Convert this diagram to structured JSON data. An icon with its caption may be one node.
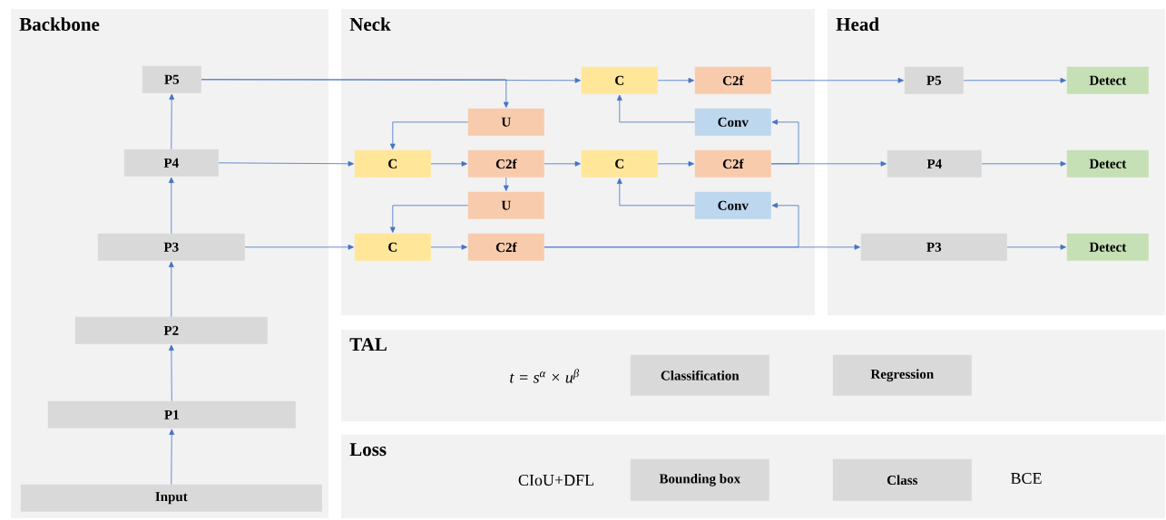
{
  "diagram": {
    "nodes": [
      {
        "text": [
          "Backbone"
        ]
      },
      {
        "text": [
          "P5"
        ],
        "in": 0
      },
      {
        "text": [
          "P4"
        ],
        "in": 0
      },
      {
        "text": [
          "P3"
        ],
        "in": 0
      },
      {
        "text": [
          "P2"
        ],
        "in": 0
      },
      {
        "text": [
          "P1"
        ],
        "in": 0
      },
      {
        "text": [
          "Input"
        ],
        "in": 0
      },
      {
        "text": [
          "Neck"
        ]
      },
      {
        "text": [
          "C"
        ],
        "in": 7
      },
      {
        "text": [
          "C2f"
        ],
        "in": 7
      },
      {
        "text": [
          "U"
        ],
        "in": 7
      },
      {
        "text": [
          "Conv"
        ],
        "in": 7
      },
      {
        "text": [
          "C"
        ],
        "in": 7
      },
      {
        "text": [
          "C2f"
        ],
        "in": 7
      },
      {
        "text": [
          "C"
        ],
        "in": 7
      },
      {
        "text": [
          "C2f"
        ],
        "in": 7
      },
      {
        "text": [
          "U"
        ],
        "in": 7
      },
      {
        "text": [
          "Conv"
        ],
        "in": 7
      },
      {
        "text": [
          "C"
        ],
        "in": 7
      },
      {
        "text": [
          "C2f"
        ],
        "in": 7
      },
      {
        "text": [
          "Head"
        ]
      },
      {
        "text": [
          "P5"
        ],
        "in": 20
      },
      {
        "text": [
          "Detect"
        ],
        "in": 20
      },
      {
        "text": [
          "P4"
        ],
        "in": 20
      },
      {
        "text": [
          "Detect"
        ],
        "in": 20
      },
      {
        "text": [
          "P3"
        ],
        "in": 20
      },
      {
        "text": [
          "Detect"
        ],
        "in": 20
      },
      {
        "text": [
          "TAL"
        ]
      },
      {
        "text": [
          "Classification"
        ],
        "in": 27
      },
      {
        "text": [
          "Regression"
        ],
        "in": 27
      },
      {
        "text": [
          "Loss"
        ]
      },
      {
        "text": [
          "Bounding box"
        ],
        "in": 30
      },
      {
        "text": [
          "Class"
        ],
        "in": 30
      }
    ],
    "edges": [
      {
        "from": 6,
        "to": 5,
        "arrow": "to"
      },
      {
        "from": 5,
        "to": 4,
        "arrow": "to"
      },
      {
        "from": 4,
        "to": 3,
        "arrow": "to"
      },
      {
        "from": 3,
        "to": 2,
        "arrow": "to"
      },
      {
        "from": 2,
        "to": 1,
        "arrow": "to"
      },
      {
        "from": 1,
        "to": 8,
        "arrow": "to"
      },
      {
        "from": 1,
        "to": 10,
        "arrow": "to"
      },
      {
        "from": 10,
        "to": 12,
        "arrow": "to"
      },
      {
        "from": 2,
        "to": 12,
        "arrow": "to"
      },
      {
        "from": 12,
        "to": 13,
        "arrow": "to"
      },
      {
        "from": 13,
        "to": 14,
        "arrow": "to"
      },
      {
        "from": 14,
        "to": 15,
        "arrow": "to"
      },
      {
        "from": 13,
        "to": 16,
        "arrow": "to"
      },
      {
        "from": 16,
        "to": 18,
        "arrow": "to"
      },
      {
        "from": 3,
        "to": 18,
        "arrow": "to"
      },
      {
        "from": 18,
        "to": 19,
        "arrow": "to"
      },
      {
        "from": 19,
        "to": 25,
        "arrow": "to"
      },
      {
        "from": 19,
        "to": 17,
        "arrow": "to"
      },
      {
        "from": 17,
        "to": 14,
        "arrow": "to"
      },
      {
        "from": 15,
        "to": 23,
        "arrow": "to"
      },
      {
        "from": 15,
        "to": 11,
        "arrow": "to"
      },
      {
        "from": 11,
        "to": 8,
        "arrow": "to"
      },
      {
        "from": 8,
        "to": 9,
        "arrow": "to"
      },
      {
        "from": 9,
        "to": 21,
        "arrow": "to"
      },
      {
        "from": 21,
        "to": 22,
        "arrow": "to"
      },
      {
        "from": 23,
        "to": 24,
        "arrow": "to"
      },
      {
        "from": 25,
        "to": 26,
        "arrow": "to"
      }
    ],
    "labels": [
      "t = s$^{α}$ × u$^{β}$",
      "CIoU+DFL",
      "BCE"
    ]
  }
}
